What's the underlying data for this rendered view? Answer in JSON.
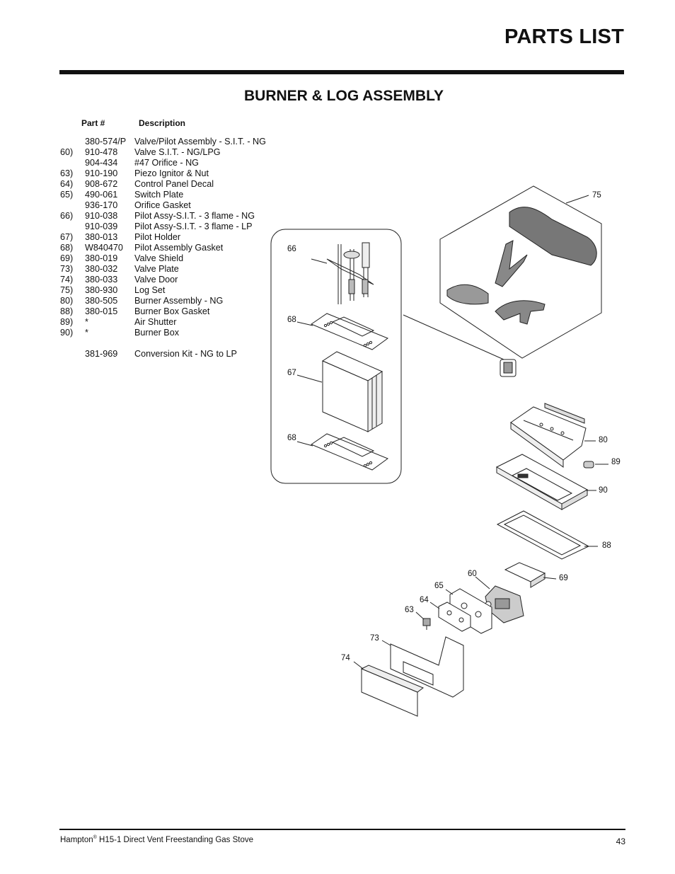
{
  "page": {
    "title": "PARTS LIST",
    "section_title": "BURNER & LOG ASSEMBLY",
    "page_number": "43"
  },
  "table": {
    "col_part": "Part #",
    "col_desc": "Description",
    "rows": [
      {
        "num": "",
        "part": "380-574/P",
        "desc": "Valve/Pilot Assembly - S.I.T. - NG"
      },
      {
        "num": "60)",
        "part": "910-478",
        "desc": "Valve S.I.T. - NG/LPG"
      },
      {
        "num": "",
        "part": "904-434",
        "desc": "#47 Orifice - NG"
      },
      {
        "num": "63)",
        "part": "910-190",
        "desc": "Piezo Ignitor & Nut"
      },
      {
        "num": "64)",
        "part": "908-672",
        "desc": "Control Panel Decal"
      },
      {
        "num": "65)",
        "part": "490-061",
        "desc": "Switch Plate"
      },
      {
        "num": "",
        "part": "936-170",
        "desc": "Orifice Gasket"
      },
      {
        "num": "66)",
        "part": "910-038",
        "desc": "Pilot Assy-S.I.T. - 3 flame - NG"
      },
      {
        "num": "",
        "part": "910-039",
        "desc": "Pilot Assy-S.I.T. - 3 flame - LP"
      },
      {
        "num": "67)",
        "part": "380-013",
        "desc": "Pilot Holder"
      },
      {
        "num": "68)",
        "part": "W840470",
        "desc": "Pilot Assembly Gasket"
      },
      {
        "num": "69)",
        "part": "380-019",
        "desc": "Valve Shield"
      },
      {
        "num": "73)",
        "part": "380-032",
        "desc": "Valve Plate"
      },
      {
        "num": "74)",
        "part": "380-033",
        "desc": "Valve Door"
      },
      {
        "num": "75)",
        "part": "380-930",
        "desc": "Log Set"
      },
      {
        "num": "80)",
        "part": "380-505",
        "desc": "Burner Assembly - NG"
      },
      {
        "num": "88)",
        "part": "380-015",
        "desc": "Burner Box Gasket"
      },
      {
        "num": "89)",
        "part": "*",
        "desc": "Air Shutter"
      },
      {
        "num": "90)",
        "part": "*",
        "desc": "Burner Box"
      }
    ],
    "conversion": {
      "num": "",
      "part": "381-969",
      "desc": "Conversion Kit - NG to LP"
    }
  },
  "callouts": {
    "c66": "66",
    "c68a": "68",
    "c67": "67",
    "c68b": "68",
    "c75": "75",
    "c80": "80",
    "c89": "89",
    "c90": "90",
    "c88": "88",
    "c60": "60",
    "c69": "69",
    "c65": "65",
    "c64": "64",
    "c63": "63",
    "c73": "73",
    "c74": "74"
  },
  "footer": {
    "brand": "Hampton",
    "reg": "®",
    "model": " H15-1 Direct Vent Freestanding Gas Stove"
  }
}
